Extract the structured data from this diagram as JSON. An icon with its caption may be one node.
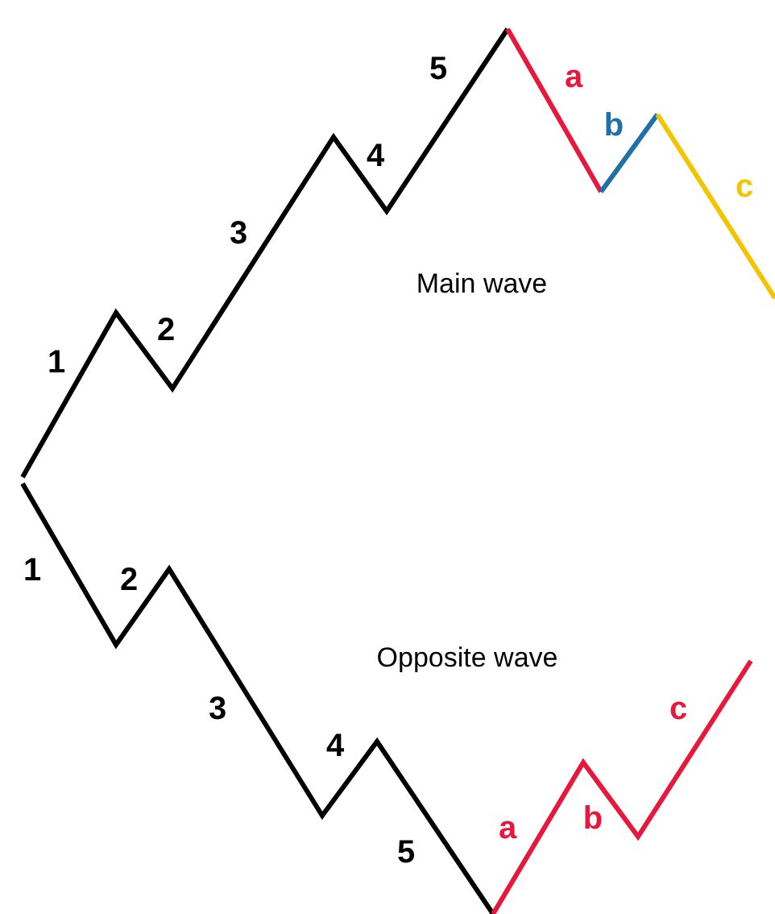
{
  "diagram": {
    "labels": [
      "1",
      "2",
      "3",
      "4",
      "5",
      "a",
      "b",
      "c",
      "Main wave",
      "1",
      "2",
      "3",
      "4",
      "5",
      "a",
      "b",
      "c",
      "Opposite wave"
    ]
  }
}
